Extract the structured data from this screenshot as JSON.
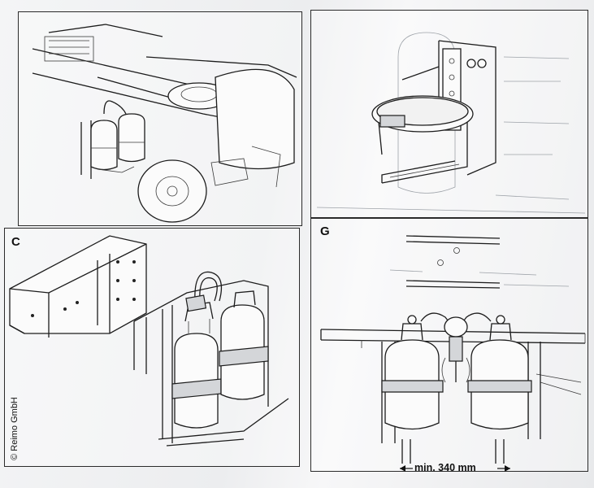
{
  "panels": {
    "top_left": {
      "label": ""
    },
    "top_right": {
      "label": ""
    },
    "bottom_left": {
      "label": "C"
    },
    "bottom_right": {
      "label": "G"
    }
  },
  "dimension": {
    "text": "min. 340 mm"
  },
  "copyright": {
    "text": "© Reimo GmbH"
  }
}
